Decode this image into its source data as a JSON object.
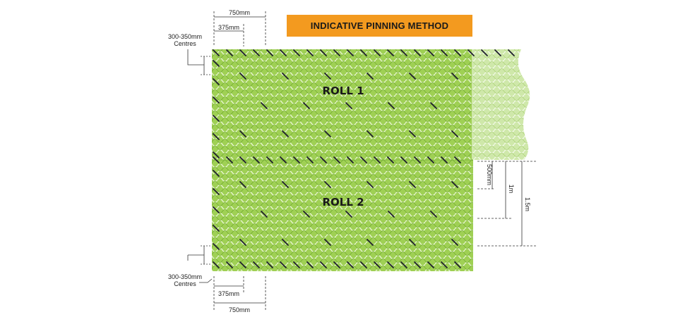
{
  "title": "INDICATIVE PINNING METHOD",
  "rolls": {
    "roll1": "ROLL 1",
    "roll2": "ROLL 2"
  },
  "dimensions": {
    "top_750": "750mm",
    "top_375": "375mm",
    "top_centres_line1": "300-350mm",
    "top_centres_line2": "Centres",
    "bottom_centres_line1": "300-350mm",
    "bottom_centres_line2": "Centres",
    "bottom_375": "375mm",
    "bottom_750": "750mm",
    "right_500": "500mm",
    "right_1m": "1m",
    "right_15m": "1.5m"
  },
  "colors": {
    "mesh_green": "#8dc63f",
    "mesh_light": "#c5e39a",
    "title_orange": "#f39a1f"
  }
}
